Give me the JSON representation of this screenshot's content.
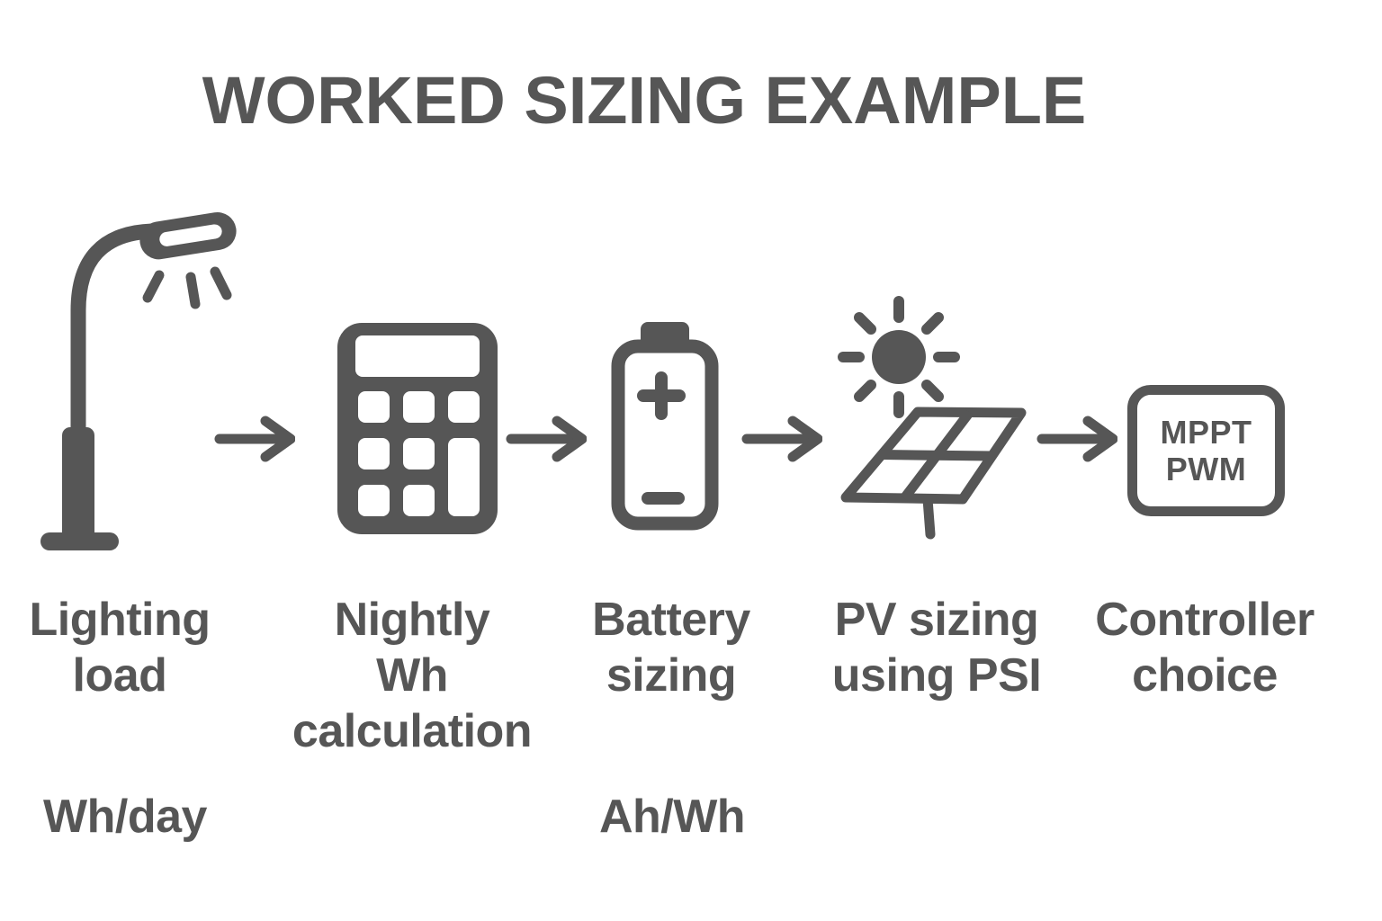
{
  "title": "WORKED SIZING EXAMPLE",
  "colors": {
    "ink": "#565656",
    "background": "#ffffff"
  },
  "steps": [
    {
      "icon": "street-light-icon",
      "label_lines": [
        "Lighting",
        "load"
      ],
      "unit": "Wh/day"
    },
    {
      "icon": "calculator-icon",
      "label_lines": [
        "Nightly",
        "Wh",
        "calculation"
      ]
    },
    {
      "icon": "battery-icon",
      "label_lines": [
        "Battery",
        "sizing"
      ],
      "unit": "Ah/Wh"
    },
    {
      "icon": "sun-solar-panel-icon",
      "label_lines": [
        "PV sizing",
        "using PSI"
      ]
    },
    {
      "icon": "controller-box-icon",
      "label_lines": [
        "Controller",
        "choice"
      ],
      "box_text": [
        "MPPT",
        "PWM"
      ]
    }
  ]
}
